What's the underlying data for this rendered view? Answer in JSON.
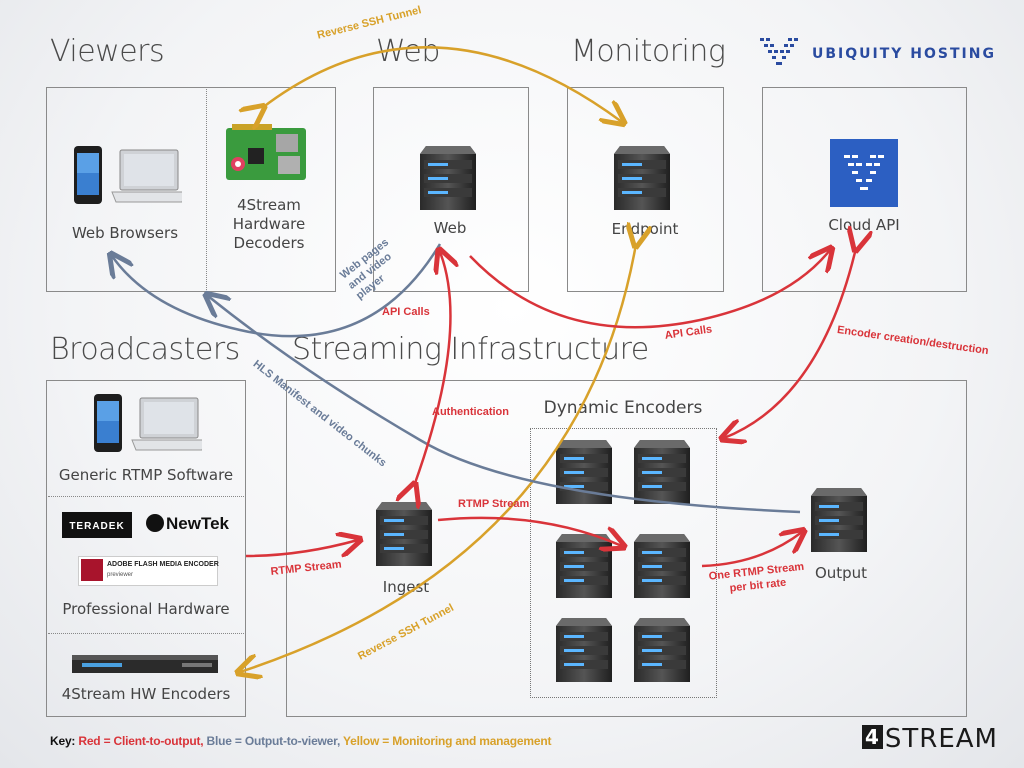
{
  "sections": {
    "viewers": "Viewers",
    "web": "Web",
    "monitoring": "Monitoring",
    "broadcasters": "Broadcasters",
    "streaming": "Streaming Infrastructure"
  },
  "hosting_logo": "UBIQUITY HOSTING",
  "nodes": {
    "web_browsers": "Web Browsers",
    "hw_decoders": "4Stream Hardware Decoders",
    "web": "Web",
    "endpoint": "Endpoint",
    "cloud_api": "Cloud API",
    "generic_rtmp": "Generic RTMP Software",
    "professional_hw": "Professional Hardware",
    "hw_encoders": "4Stream HW Encoders",
    "ingest": "Ingest",
    "dynamic_encoders": "Dynamic Encoders",
    "output": "Output"
  },
  "hw_brands": {
    "teradek": "TERADEK",
    "newtek": "NewTek",
    "adobe": "ADOBE FLASH MEDIA ENCODER",
    "adobe_sub": "previewer"
  },
  "arrows": {
    "reverse_ssh_top": "Reverse SSH Tunnel",
    "reverse_ssh_bottom": "Reverse SSH Tunnel",
    "web_pages": "Web pages and video player",
    "api_calls_left": "API Calls",
    "api_calls_right": "API Calls",
    "encoder_creation": "Encoder creation/destruction",
    "hls_manifest": "HLS Manifest and video chunks",
    "authentication": "Authentication",
    "rtmp_stream_in": "RTMP Stream",
    "rtmp_stream_mid": "RTMP Stream",
    "one_rtmp": "One RTMP Stream per bit rate"
  },
  "key": {
    "prefix": "Key:",
    "red": "Red = Client-to-output,",
    "blue": "Blue = Output-to-viewer,",
    "yellow": "Yellow = Monitoring and management"
  },
  "brand": {
    "mark": "4",
    "text": "STREAM"
  },
  "colors": {
    "red": "#d9343a",
    "blue": "#6a7c98",
    "yellow": "#d8a12a",
    "ubiquity": "#2a4ba0"
  }
}
